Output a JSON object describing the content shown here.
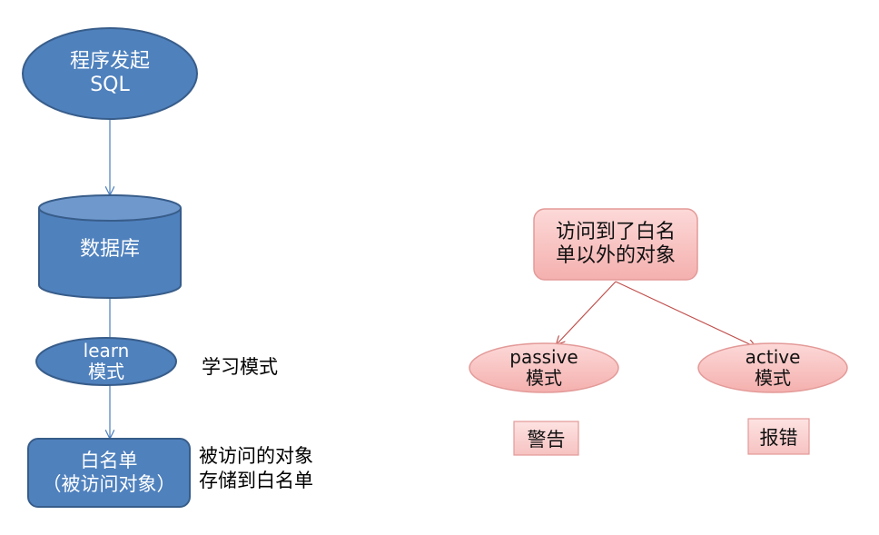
{
  "colors": {
    "blue_fill": "#4F81BD",
    "blue_stroke": "#385D8A",
    "pink_fill": "#F5B7B6",
    "pink_stroke": "#C0504D",
    "connector_blue": "#4A7EBB",
    "connector_red": "#C0504D"
  },
  "flow": {
    "start": {
      "line1": "程序发起",
      "line2": "SQL"
    },
    "database": {
      "label": "数据库"
    },
    "learn": {
      "line1": "learn",
      "line2": "模式"
    },
    "whitelist": {
      "line1": "白名单",
      "line2": "（被访问对象）"
    }
  },
  "notes": {
    "learn_mode": "学习模式",
    "whitelist_line1": "被访问的对象",
    "whitelist_line2": "存储到白名单"
  },
  "tree": {
    "root": {
      "line1": "访问到了白名",
      "line2": "单以外的对象"
    },
    "passive": {
      "line1": "passive",
      "line2": "模式"
    },
    "active": {
      "line1": "active",
      "line2": "模式"
    },
    "warning": "警告",
    "error": "报错"
  }
}
